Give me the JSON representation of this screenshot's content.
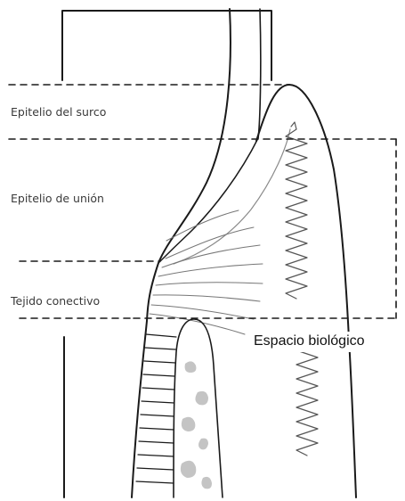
{
  "labels": {
    "sulcus_epithelium": "Epitelio del surco",
    "junctional_epithelium": "Epitelio de unión",
    "connective_tissue": "Tejido conectivo",
    "biologic_width": "Espacio biológico"
  },
  "colors": {
    "line": "#1a1a1a",
    "thin_line": "#8a8a8a",
    "bone_spots": "#c4c4c4",
    "background": "#ffffff"
  }
}
